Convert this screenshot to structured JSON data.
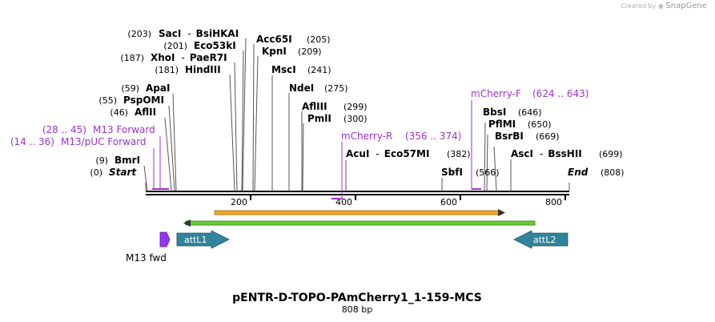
{
  "watermark": {
    "prefix": "Created by",
    "brand": "SnapGene"
  },
  "map": {
    "name": "pENTR-D-TOPO-PAmCherry1_1-159-MCS",
    "length_label": "808 bp",
    "start_label": "Start",
    "end_label": "End",
    "start_pos": "(0)",
    "end_pos": "(808)",
    "total_bp": 808,
    "ticks": [
      "200",
      "400",
      "600",
      "800"
    ]
  },
  "enzymes": [
    {
      "pos": "(203)",
      "name": "SacI",
      "alias": "BsiHKAI",
      "site": 203
    },
    {
      "pos": "(201)",
      "name": "Eco53kI",
      "site": 201
    },
    {
      "pos": "(187)",
      "name": "XhoI",
      "alias": "PaeR7I",
      "site": 187
    },
    {
      "pos": "(181)",
      "name": "HindIII",
      "site": 181
    },
    {
      "pos": "(59)",
      "name": "ApaI",
      "site": 59
    },
    {
      "pos": "(55)",
      "name": "PspOMI",
      "site": 55
    },
    {
      "pos": "(46)",
      "name": "AflII",
      "site": 46
    },
    {
      "pos": "(9)",
      "name": "BmrI",
      "site": 9
    },
    {
      "pos": "(205)",
      "name": "Acc65I",
      "site": 205
    },
    {
      "pos": "(209)",
      "name": "KpnI",
      "site": 209
    },
    {
      "pos": "(241)",
      "name": "MscI",
      "site": 241
    },
    {
      "pos": "(275)",
      "name": "NdeI",
      "site": 275
    },
    {
      "pos": "(299)",
      "name": "AflIII",
      "site": 299
    },
    {
      "pos": "(300)",
      "name": "PmlI",
      "site": 300
    },
    {
      "pos": "(382)",
      "name": "AcuI",
      "alias": "Eco57MI",
      "site": 382
    },
    {
      "pos": "(566)",
      "name": "SbfI",
      "site": 566
    },
    {
      "pos": "(646)",
      "name": "BbsI",
      "site": 646
    },
    {
      "pos": "(650)",
      "name": "PflMI",
      "site": 650
    },
    {
      "pos": "(669)",
      "name": "BsrBI",
      "site": 669
    },
    {
      "pos": "(699)",
      "name": "AscI",
      "alias": "BssHII",
      "site": 699
    }
  ],
  "primers": [
    {
      "range": "(28 .. 45)",
      "name": "M13 Forward",
      "start": 28,
      "end": 45
    },
    {
      "range": "(14 .. 36)",
      "name": "M13/pUC Forward",
      "start": 14,
      "end": 36
    },
    {
      "name": "mCherry-R",
      "range": "(356 .. 374)",
      "start": 356,
      "end": 374
    },
    {
      "name": "mCherry-F",
      "range": "(624 .. 643)",
      "start": 624,
      "end": 643
    }
  ],
  "features": [
    {
      "name": "attL1",
      "direction": "forward",
      "color": "#31849b"
    },
    {
      "name": "attL2",
      "direction": "reverse",
      "color": "#31849b"
    },
    {
      "name": "M13 fwd",
      "direction": "forward",
      "color": "#9933ff"
    }
  ],
  "orf_colors": {
    "upper": "#f5a623",
    "lower": "#66cc33"
  },
  "primer_color": "#9933cc"
}
